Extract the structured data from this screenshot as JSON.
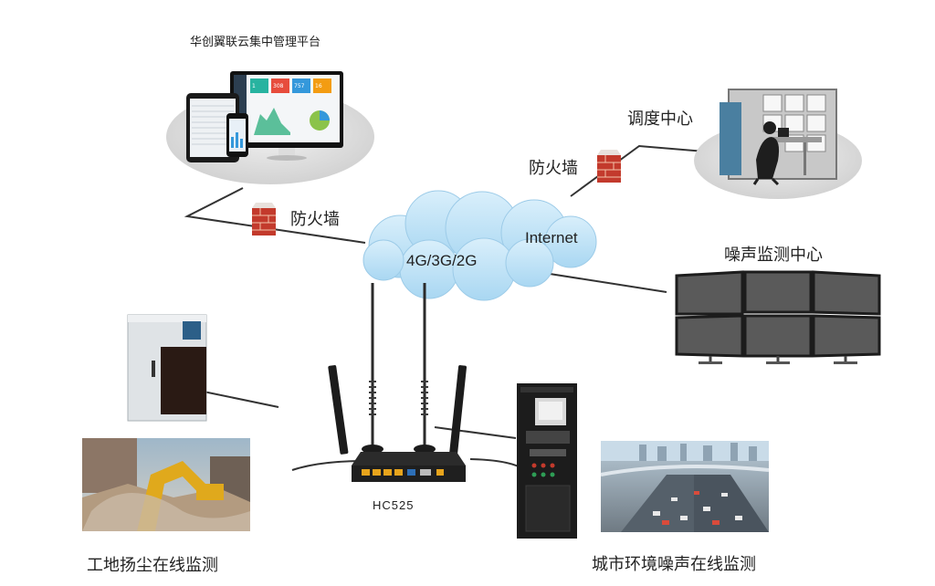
{
  "platform": {
    "title": "华创翼联云集中管理平台"
  },
  "firewall_left": {
    "label": "防火墙"
  },
  "firewall_right": {
    "label": "防火墙"
  },
  "dispatch_center": {
    "label": "调度中心"
  },
  "cloud": {
    "network_label": "4G/3G/2G",
    "internet_label": "Internet"
  },
  "noise_center": {
    "label": "噪声监测中心"
  },
  "router": {
    "model": "HC525"
  },
  "site_dust": {
    "label": "工地扬尘在线监测"
  },
  "city_noise": {
    "label": "城市环境噪声在线监测"
  },
  "dashboard": {
    "stat_values": [
      "1",
      "308",
      "757",
      "16"
    ]
  },
  "colors": {
    "cloud": "#bfe3f7",
    "firewall": "#c33a2c",
    "screen": "#5a5a5a",
    "accent_teal": "#27b3a0"
  }
}
